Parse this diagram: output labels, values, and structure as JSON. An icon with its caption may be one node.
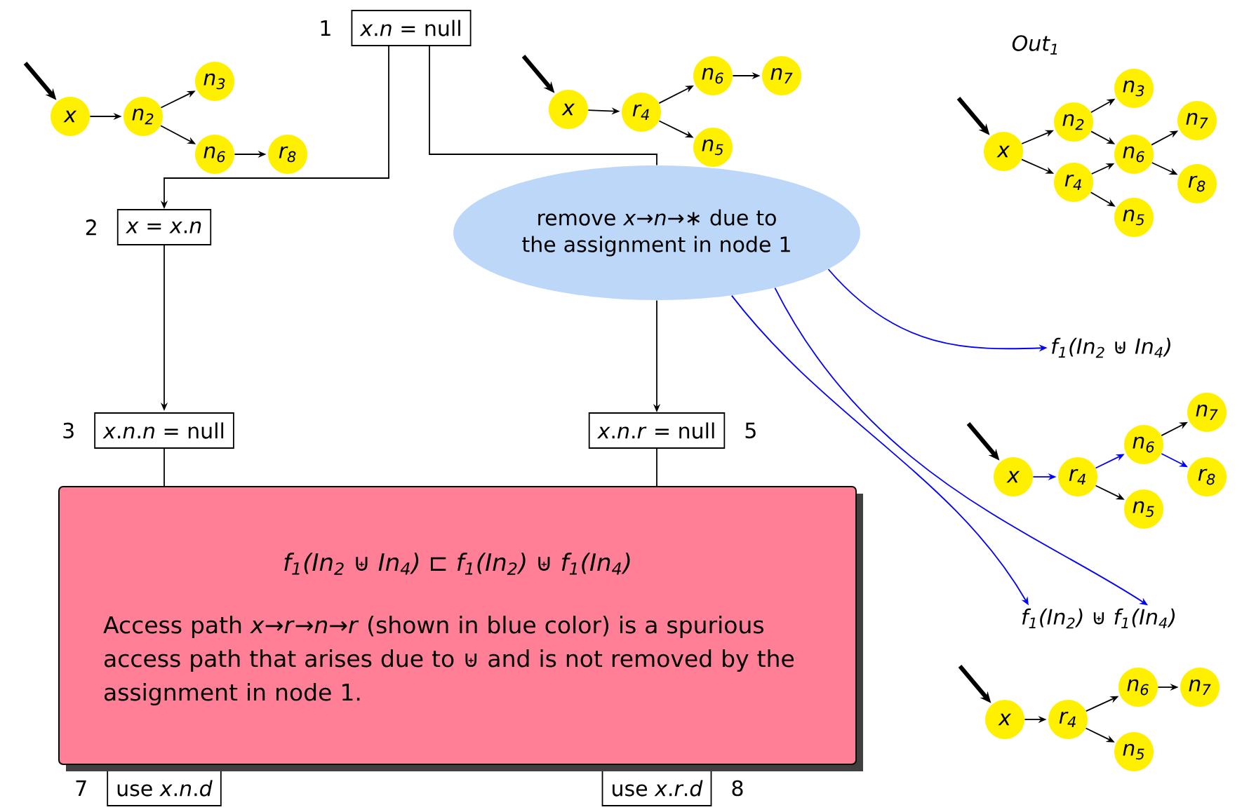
{
  "diagram": {
    "nodes": [
      {
        "text": [
          "*x*.*n* = null"
        ],
        "beside": [
          "1"
        ]
      },
      {
        "text": [
          "*x* = *x*.*n*"
        ],
        "beside": [
          "2"
        ]
      },
      {
        "text": [
          "*x*.*n*.*n* = null"
        ],
        "beside": [
          "3"
        ]
      },
      {
        "text": [
          "*x*.*n*.*r* = null"
        ],
        "beside": [
          "5"
        ]
      },
      {
        "text": [
          "use *x*.*n*.*d*"
        ],
        "beside": [
          "7"
        ]
      },
      {
        "text": [
          "use *x*.*r*.*d*"
        ],
        "beside": [
          "8"
        ]
      },
      {
        "text": [
          "remove *x*→*n*→∗ due to the assignment in node 1"
        ]
      },
      {
        "text": [
          "f$_{1}$(In$_{2}$ ⊎ In$_{4}$) ⊏ f$_{1}$(In$_{2}$) ⊎ f$_{1}$(In$_{4}$)",
          "Access path *x*→*r*→*n*→*r* (shown in blue color) is a spurious access path that arises due to ⊎ and is not removed by the assignment in node 1."
        ]
      },
      {
        "text": [
          "f$_{1}$(In$_{2}$ ⊎ In$_{4}$)"
        ]
      },
      {
        "text": [
          "f$_{1}$(In$_{2}$) ⊎ f$_{1}$(In$_{4}$)"
        ]
      },
      {
        "text": [
          "x"
        ]
      },
      {
        "text": [
          "n$_{2}$"
        ]
      },
      {
        "text": [
          "n$_{3}$"
        ]
      },
      {
        "text": [
          "n$_{6}$"
        ]
      },
      {
        "text": [
          "r$_{8}$"
        ]
      },
      {
        "text": [
          "x"
        ]
      },
      {
        "text": [
          "r$_{4}$"
        ]
      },
      {
        "text": [
          "n$_{6}$"
        ]
      },
      {
        "text": [
          "n$_{7}$"
        ]
      },
      {
        "text": [
          "n$_{5}$"
        ]
      },
      {
        "text": [
          "x"
        ]
      },
      {
        "text": [
          "n$_{2}$"
        ]
      },
      {
        "text": [
          "n$_{3}$"
        ]
      },
      {
        "text": [
          "n$_{6}$"
        ]
      },
      {
        "text": [
          "n$_{7}$"
        ]
      },
      {
        "text": [
          "r$_{4}$"
        ]
      },
      {
        "text": [
          "r$_{8}$"
        ]
      },
      {
        "text": [
          "n$_{5}$"
        ]
      },
      {
        "text": [
          "x"
        ]
      },
      {
        "text": [
          "r$_{4}$"
        ]
      },
      {
        "text": [
          "n$_{6}$"
        ]
      },
      {
        "text": [
          "n$_{7}$"
        ]
      },
      {
        "text": [
          "r$_{8}$"
        ]
      },
      {
        "text": [
          "n$_{5}$"
        ]
      },
      {
        "text": [
          "x"
        ]
      },
      {
        "text": [
          "r$_{4}$"
        ]
      },
      {
        "text": [
          "n$_{6}$"
        ]
      },
      {
        "text": [
          "n$_{7}$"
        ]
      },
      {
        "text": [
          "n$_{5}$"
        ]
      }
    ],
    "edges": [
      {
        "from": 0,
        "to": 1,
        "arrow": "to"
      },
      {
        "from": 0,
        "to": 6,
        "arrow": "none"
      },
      {
        "from": 1,
        "to": 2,
        "arrow": "to"
      },
      {
        "from": 2,
        "to": 7,
        "arrow": "none"
      },
      {
        "from": 3,
        "to": 7,
        "arrow": "none"
      },
      {
        "from": 6,
        "to": 3,
        "arrow": "to"
      },
      {
        "from": 6,
        "to": 8,
        "arrow": "to",
        "color": "#0000ff"
      },
      {
        "from": 6,
        "to": 9,
        "arrow": "to",
        "color": "#0000ff"
      },
      {
        "from": 6,
        "to": 9,
        "arrow": "to",
        "color": "#0000ff"
      },
      {
        "from": null,
        "to": 10,
        "arrow": "to",
        "style": "thick"
      },
      {
        "from": 10,
        "to": 11,
        "arrow": "to"
      },
      {
        "from": 11,
        "to": 12,
        "arrow": "to"
      },
      {
        "from": 11,
        "to": 13,
        "arrow": "to"
      },
      {
        "from": 13,
        "to": 14,
        "arrow": "to"
      },
      {
        "from": null,
        "to": 15,
        "arrow": "to",
        "style": "thick"
      },
      {
        "from": 15,
        "to": 16,
        "arrow": "to"
      },
      {
        "from": 16,
        "to": 17,
        "arrow": "to"
      },
      {
        "from": 16,
        "to": 19,
        "arrow": "to"
      },
      {
        "from": 17,
        "to": 18,
        "arrow": "to"
      },
      {
        "from": null,
        "to": 20,
        "arrow": "to",
        "style": "thick"
      },
      {
        "from": 20,
        "to": 21,
        "arrow": "to"
      },
      {
        "from": 20,
        "to": 25,
        "arrow": "to"
      },
      {
        "from": 21,
        "to": 22,
        "arrow": "to"
      },
      {
        "from": 21,
        "to": 23,
        "arrow": "to"
      },
      {
        "from": 25,
        "to": 23,
        "arrow": "to"
      },
      {
        "from": 25,
        "to": 27,
        "arrow": "to"
      },
      {
        "from": 23,
        "to": 24,
        "arrow": "to"
      },
      {
        "from": 23,
        "to": 26,
        "arrow": "to"
      },
      {
        "from": null,
        "to": 28,
        "arrow": "to",
        "style": "thick"
      },
      {
        "from": 28,
        "to": 29,
        "arrow": "to",
        "color": "#0000ff"
      },
      {
        "from": 29,
        "to": 30,
        "arrow": "to",
        "color": "#0000ff"
      },
      {
        "from": 29,
        "to": 33,
        "arrow": "to"
      },
      {
        "from": 30,
        "to": 31,
        "arrow": "to"
      },
      {
        "from": 30,
        "to": 32,
        "arrow": "to",
        "color": "#0000ff"
      },
      {
        "from": null,
        "to": 34,
        "arrow": "to",
        "style": "thick"
      },
      {
        "from": 34,
        "to": 35,
        "arrow": "to"
      },
      {
        "from": 35,
        "to": 36,
        "arrow": "to"
      },
      {
        "from": 35,
        "to": 38,
        "arrow": "to"
      },
      {
        "from": 36,
        "to": 37,
        "arrow": "to"
      }
    ],
    "labels": [
      "Out$_{1}$"
    ]
  }
}
